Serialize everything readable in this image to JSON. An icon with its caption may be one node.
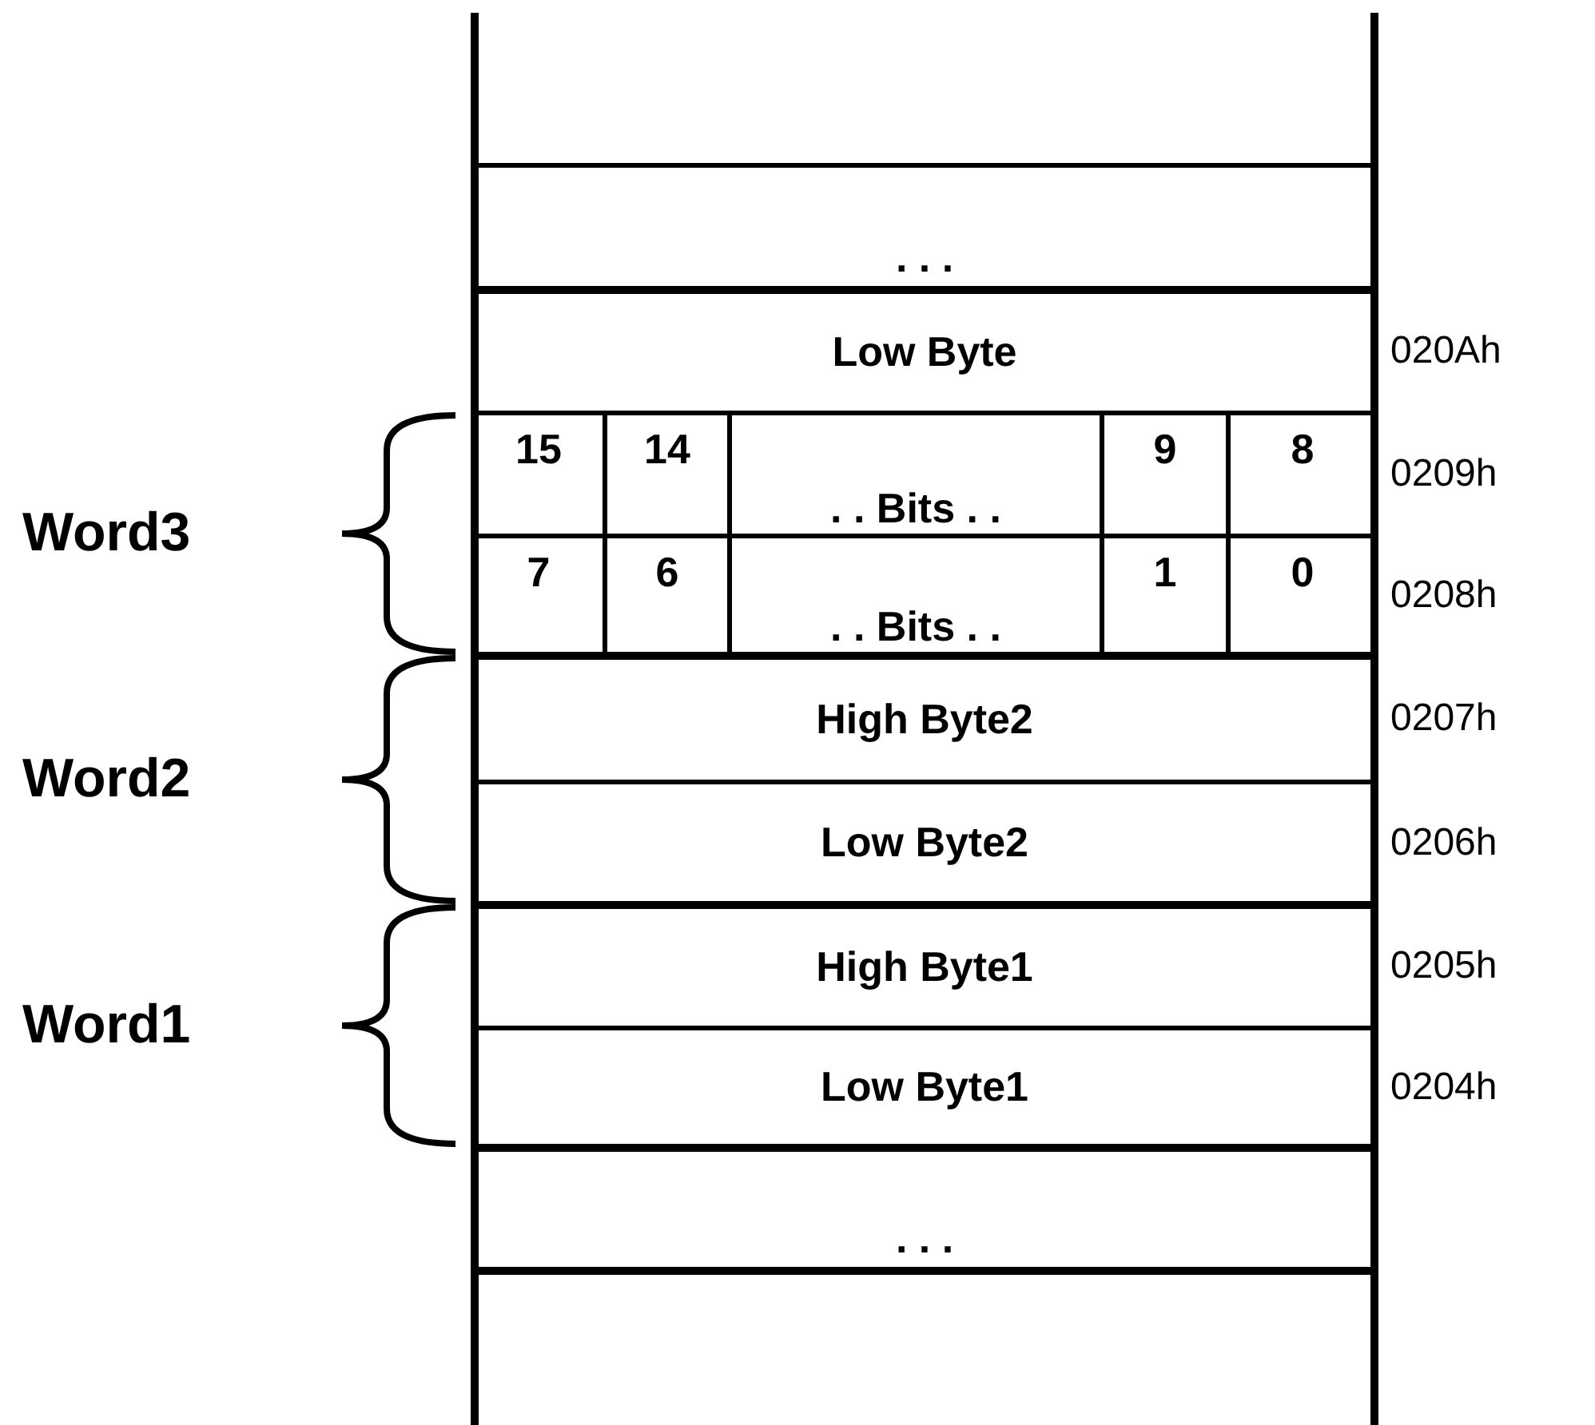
{
  "diagram": {
    "nodes": [
      {
        "text": [
          ". . ."
        ]
      },
      {
        "text": [
          "Low Byte"
        ],
        "beside": [
          "020Ah"
        ]
      },
      {
        "text": [],
        "shape": "box",
        "beside": [
          "0209h"
        ]
      },
      {
        "text": [
          "15"
        ],
        "in": 2
      },
      {
        "text": [
          "14"
        ],
        "in": 2
      },
      {
        "text": [
          ". . Bits . ."
        ],
        "in": 2
      },
      {
        "text": [
          "9"
        ],
        "in": 2
      },
      {
        "text": [
          "8"
        ],
        "in": 2
      },
      {
        "text": [],
        "shape": "box",
        "beside": [
          "0208h"
        ]
      },
      {
        "text": [
          "7"
        ],
        "in": 8
      },
      {
        "text": [
          "6"
        ],
        "in": 8
      },
      {
        "text": [
          ". . Bits . ."
        ],
        "in": 8
      },
      {
        "text": [
          "1"
        ],
        "in": 8
      },
      {
        "text": [
          "0"
        ],
        "in": 8
      },
      {
        "text": [
          "High Byte2"
        ],
        "beside": [
          "0207h"
        ]
      },
      {
        "text": [
          "Low Byte2"
        ],
        "beside": [
          "0206h"
        ]
      },
      {
        "text": [
          "High Byte1"
        ],
        "beside": [
          "0205h"
        ]
      },
      {
        "text": [
          "Low Byte1"
        ],
        "beside": [
          "0204h"
        ]
      },
      {
        "text": [
          ". . ."
        ]
      }
    ],
    "edges": [],
    "labels": [
      "Word3",
      "Word2",
      "Word1"
    ]
  }
}
